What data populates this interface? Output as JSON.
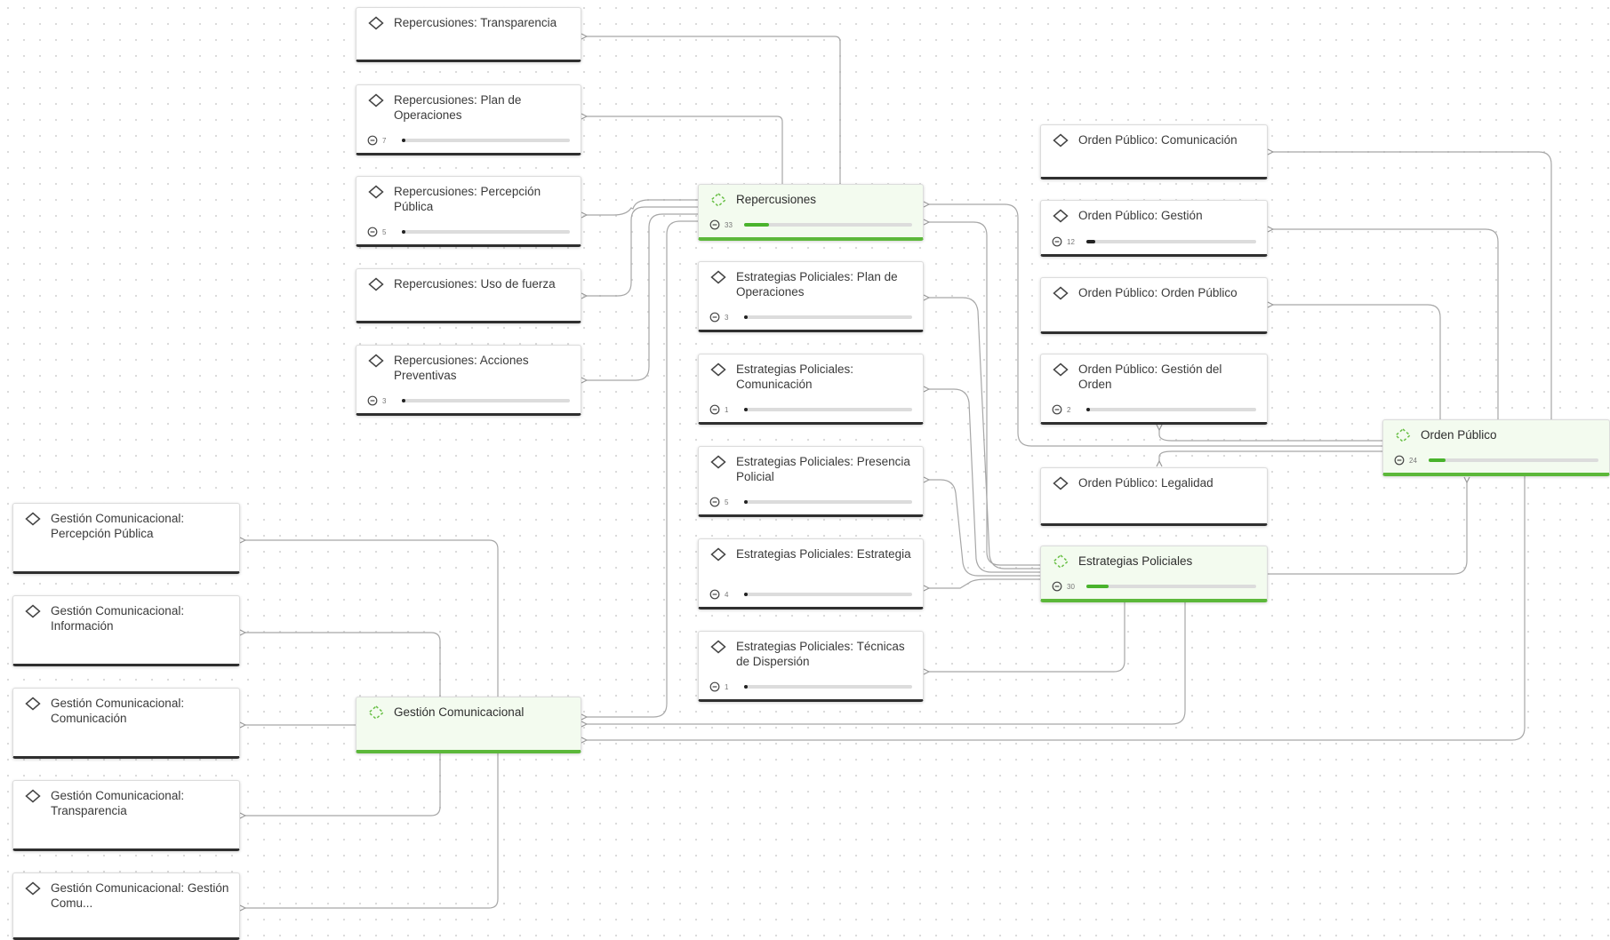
{
  "colors": {
    "edge": "#a7a7a7",
    "hub_accent": "#5cb83a",
    "hub_background": "#f3fbef",
    "node_border": "#2f2f2f"
  },
  "icons": {
    "task": "diamond-icon",
    "group": "dashed-diamond-icon",
    "count": "minus-circle-icon"
  },
  "nodes": [
    {
      "id": "rep-transparencia",
      "label": "Repercusiones: Transparencia",
      "hub": false
    },
    {
      "id": "rep-plan",
      "label": "Repercusiones: Plan de Operaciones",
      "hub": false,
      "count": "7",
      "progress": 0.02
    },
    {
      "id": "rep-percepcion",
      "label": "Repercusiones: Percepción Pública",
      "hub": false,
      "count": "5",
      "progress": 0.02
    },
    {
      "id": "rep-fuerza",
      "label": "Repercusiones: Uso de fuerza",
      "hub": false
    },
    {
      "id": "rep-acciones",
      "label": "Repercusiones: Acciones Preventivas",
      "hub": false,
      "count": "3",
      "progress": 0.02
    },
    {
      "id": "repercusiones",
      "label": "Repercusiones",
      "hub": true,
      "count": "33",
      "progress": 0.15
    },
    {
      "id": "ep-plan",
      "label": "Estrategias Policiales: Plan de Operaciones",
      "hub": false,
      "count": "3",
      "progress": 0.01
    },
    {
      "id": "ep-comunicacion",
      "label": "Estrategias Policiales: Comunicación",
      "hub": false,
      "count": "1",
      "progress": 0.01
    },
    {
      "id": "ep-presencia",
      "label": "Estrategias Policiales: Presencia Policial",
      "hub": false,
      "count": "5",
      "progress": 0.02
    },
    {
      "id": "ep-estrategia",
      "label": "Estrategias Policiales: Estrategia",
      "hub": false,
      "count": "4",
      "progress": 0.01
    },
    {
      "id": "ep-tecnicas",
      "label": "Estrategias Policiales: Técnicas de Dispersión",
      "hub": false,
      "count": "1",
      "progress": 0.01
    },
    {
      "id": "op-comunicacion",
      "label": "Orden Público: Comunicación",
      "hub": false
    },
    {
      "id": "op-gestion",
      "label": "Orden Público: Gestión",
      "hub": false,
      "count": "12",
      "progress": 0.05
    },
    {
      "id": "op-orden",
      "label": "Orden Público: Orden Público",
      "hub": false
    },
    {
      "id": "op-gestion-orden",
      "label": "Orden Público: Gestión del Orden",
      "hub": false,
      "count": "2",
      "progress": 0.01
    },
    {
      "id": "op-legalidad",
      "label": "Orden Público: Legalidad",
      "hub": false
    },
    {
      "id": "orden-publico",
      "label": "Orden Público",
      "hub": true,
      "count": "24",
      "progress": 0.1
    },
    {
      "id": "estrategias-policiales",
      "label": "Estrategias Policiales",
      "hub": true,
      "count": "30",
      "progress": 0.13
    },
    {
      "id": "gc-percepcion",
      "label": "Gestión Comunicacional: Percepción Pública",
      "hub": false
    },
    {
      "id": "gc-informacion",
      "label": "Gestión Comunicacional: Información",
      "hub": false
    },
    {
      "id": "gc-comunicacion",
      "label": "Gestión Comunicacional: Comunicación",
      "hub": false
    },
    {
      "id": "gc-transparencia",
      "label": "Gestión Comunicacional: Transparencia",
      "hub": false
    },
    {
      "id": "gc-gestion",
      "label": "Gestión Comunicacional: Gestión Comu...",
      "hub": false
    },
    {
      "id": "gestion-comunicacional",
      "label": "Gestión Comunicacional",
      "hub": true
    }
  ],
  "edges": [
    {
      "from": "repercusiones",
      "to": "rep-transparencia"
    },
    {
      "from": "repercusiones",
      "to": "rep-plan"
    },
    {
      "from": "repercusiones",
      "to": "rep-percepcion"
    },
    {
      "from": "repercusiones",
      "to": "rep-fuerza"
    },
    {
      "from": "repercusiones",
      "to": "rep-acciones"
    },
    {
      "from": "estrategias-policiales",
      "to": "ep-plan"
    },
    {
      "from": "estrategias-policiales",
      "to": "ep-comunicacion"
    },
    {
      "from": "estrategias-policiales",
      "to": "ep-presencia"
    },
    {
      "from": "estrategias-policiales",
      "to": "ep-estrategia"
    },
    {
      "from": "estrategias-policiales",
      "to": "ep-tecnicas"
    },
    {
      "from": "estrategias-policiales",
      "to": "repercusiones"
    },
    {
      "from": "estrategias-policiales",
      "to": "orden-publico"
    },
    {
      "from": "orden-publico",
      "to": "op-comunicacion"
    },
    {
      "from": "orden-publico",
      "to": "op-gestion"
    },
    {
      "from": "orden-publico",
      "to": "op-orden"
    },
    {
      "from": "orden-publico",
      "to": "op-gestion-orden"
    },
    {
      "from": "orden-publico",
      "to": "op-legalidad"
    },
    {
      "from": "orden-publico",
      "to": "repercusiones"
    },
    {
      "from": "gestion-comunicacional",
      "to": "gc-percepcion"
    },
    {
      "from": "gestion-comunicacional",
      "to": "gc-informacion"
    },
    {
      "from": "gestion-comunicacional",
      "to": "gc-comunicacion"
    },
    {
      "from": "gestion-comunicacional",
      "to": "gc-transparencia"
    },
    {
      "from": "gestion-comunicacional",
      "to": "gc-gestion"
    },
    {
      "from": "repercusiones",
      "to": "gestion-comunicacional"
    },
    {
      "from": "estrategias-policiales",
      "to": "gestion-comunicacional"
    },
    {
      "from": "orden-publico",
      "to": "gestion-comunicacional"
    }
  ]
}
